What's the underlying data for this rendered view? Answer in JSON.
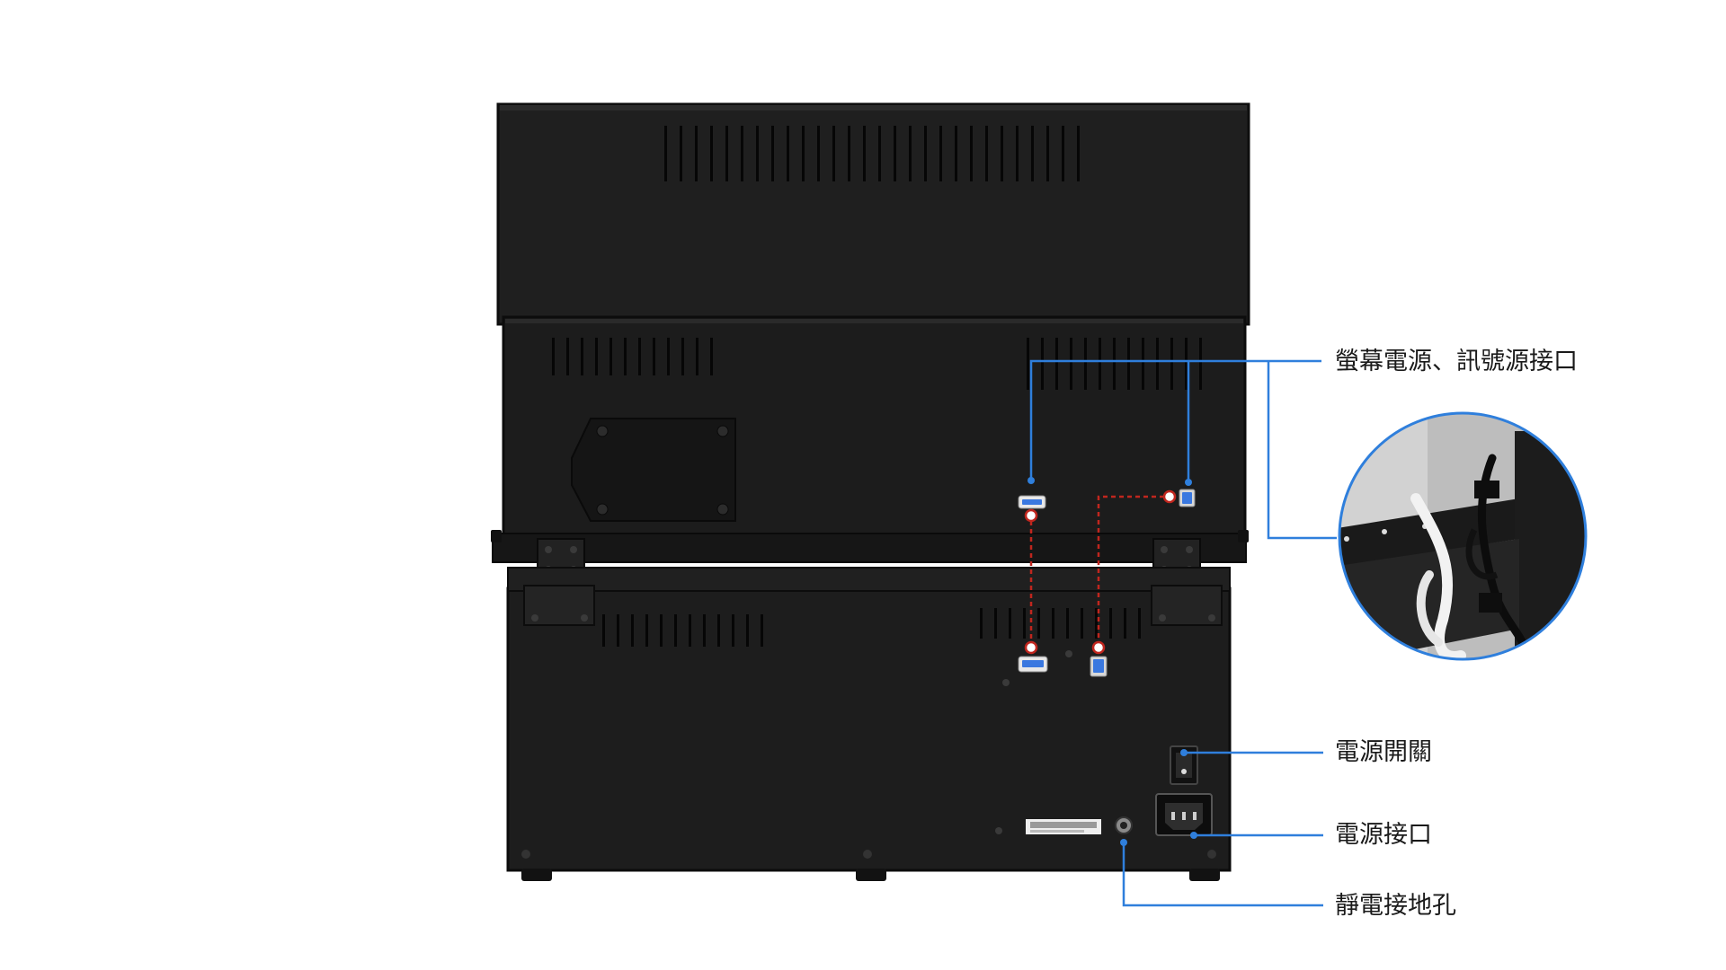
{
  "callouts": {
    "monitor_ports": "螢幕電源、訊號源接口",
    "power_switch": "電源開關",
    "power_inlet": "電源接口",
    "ground_hole": "靜電接地孔"
  },
  "colors": {
    "background": "#ffffff",
    "chassis": "#1f1f1f",
    "chassis_edge": "#0e0e0e",
    "callout_line": "#2f7fdc",
    "cable_route": "#c0261e",
    "port_blue": "#3a78e0"
  }
}
